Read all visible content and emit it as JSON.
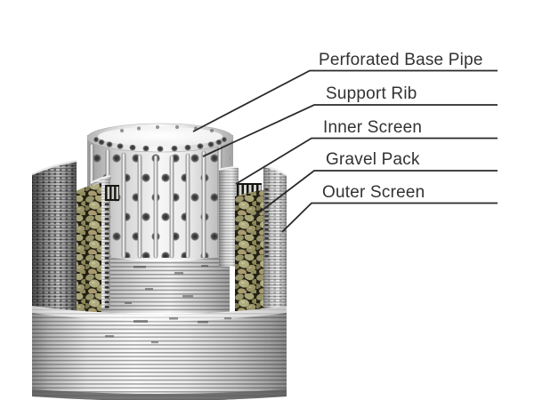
{
  "figure": {
    "labels": [
      {
        "id": "perforated-base-pipe",
        "text": "Perforated Base Pipe"
      },
      {
        "id": "support-rib",
        "text": "Support Rib"
      },
      {
        "id": "inner-screen",
        "text": "Inner Screen"
      },
      {
        "id": "gravel-pack",
        "text": "Gravel Pack"
      },
      {
        "id": "outer-screen",
        "text": "Outer Screen"
      }
    ]
  },
  "colors": {
    "background": "#ffffff",
    "label_text": "#323234",
    "annotation_line": "#2a2a2a",
    "metal_highlight": "#fafafa",
    "metal_mid": "#c9c9c9",
    "metal_shadow": "#6e6e6e",
    "dark_segment": "#4a4a4a",
    "gravel_olive": "#9a9468",
    "gravel_gap": "#232114"
  }
}
